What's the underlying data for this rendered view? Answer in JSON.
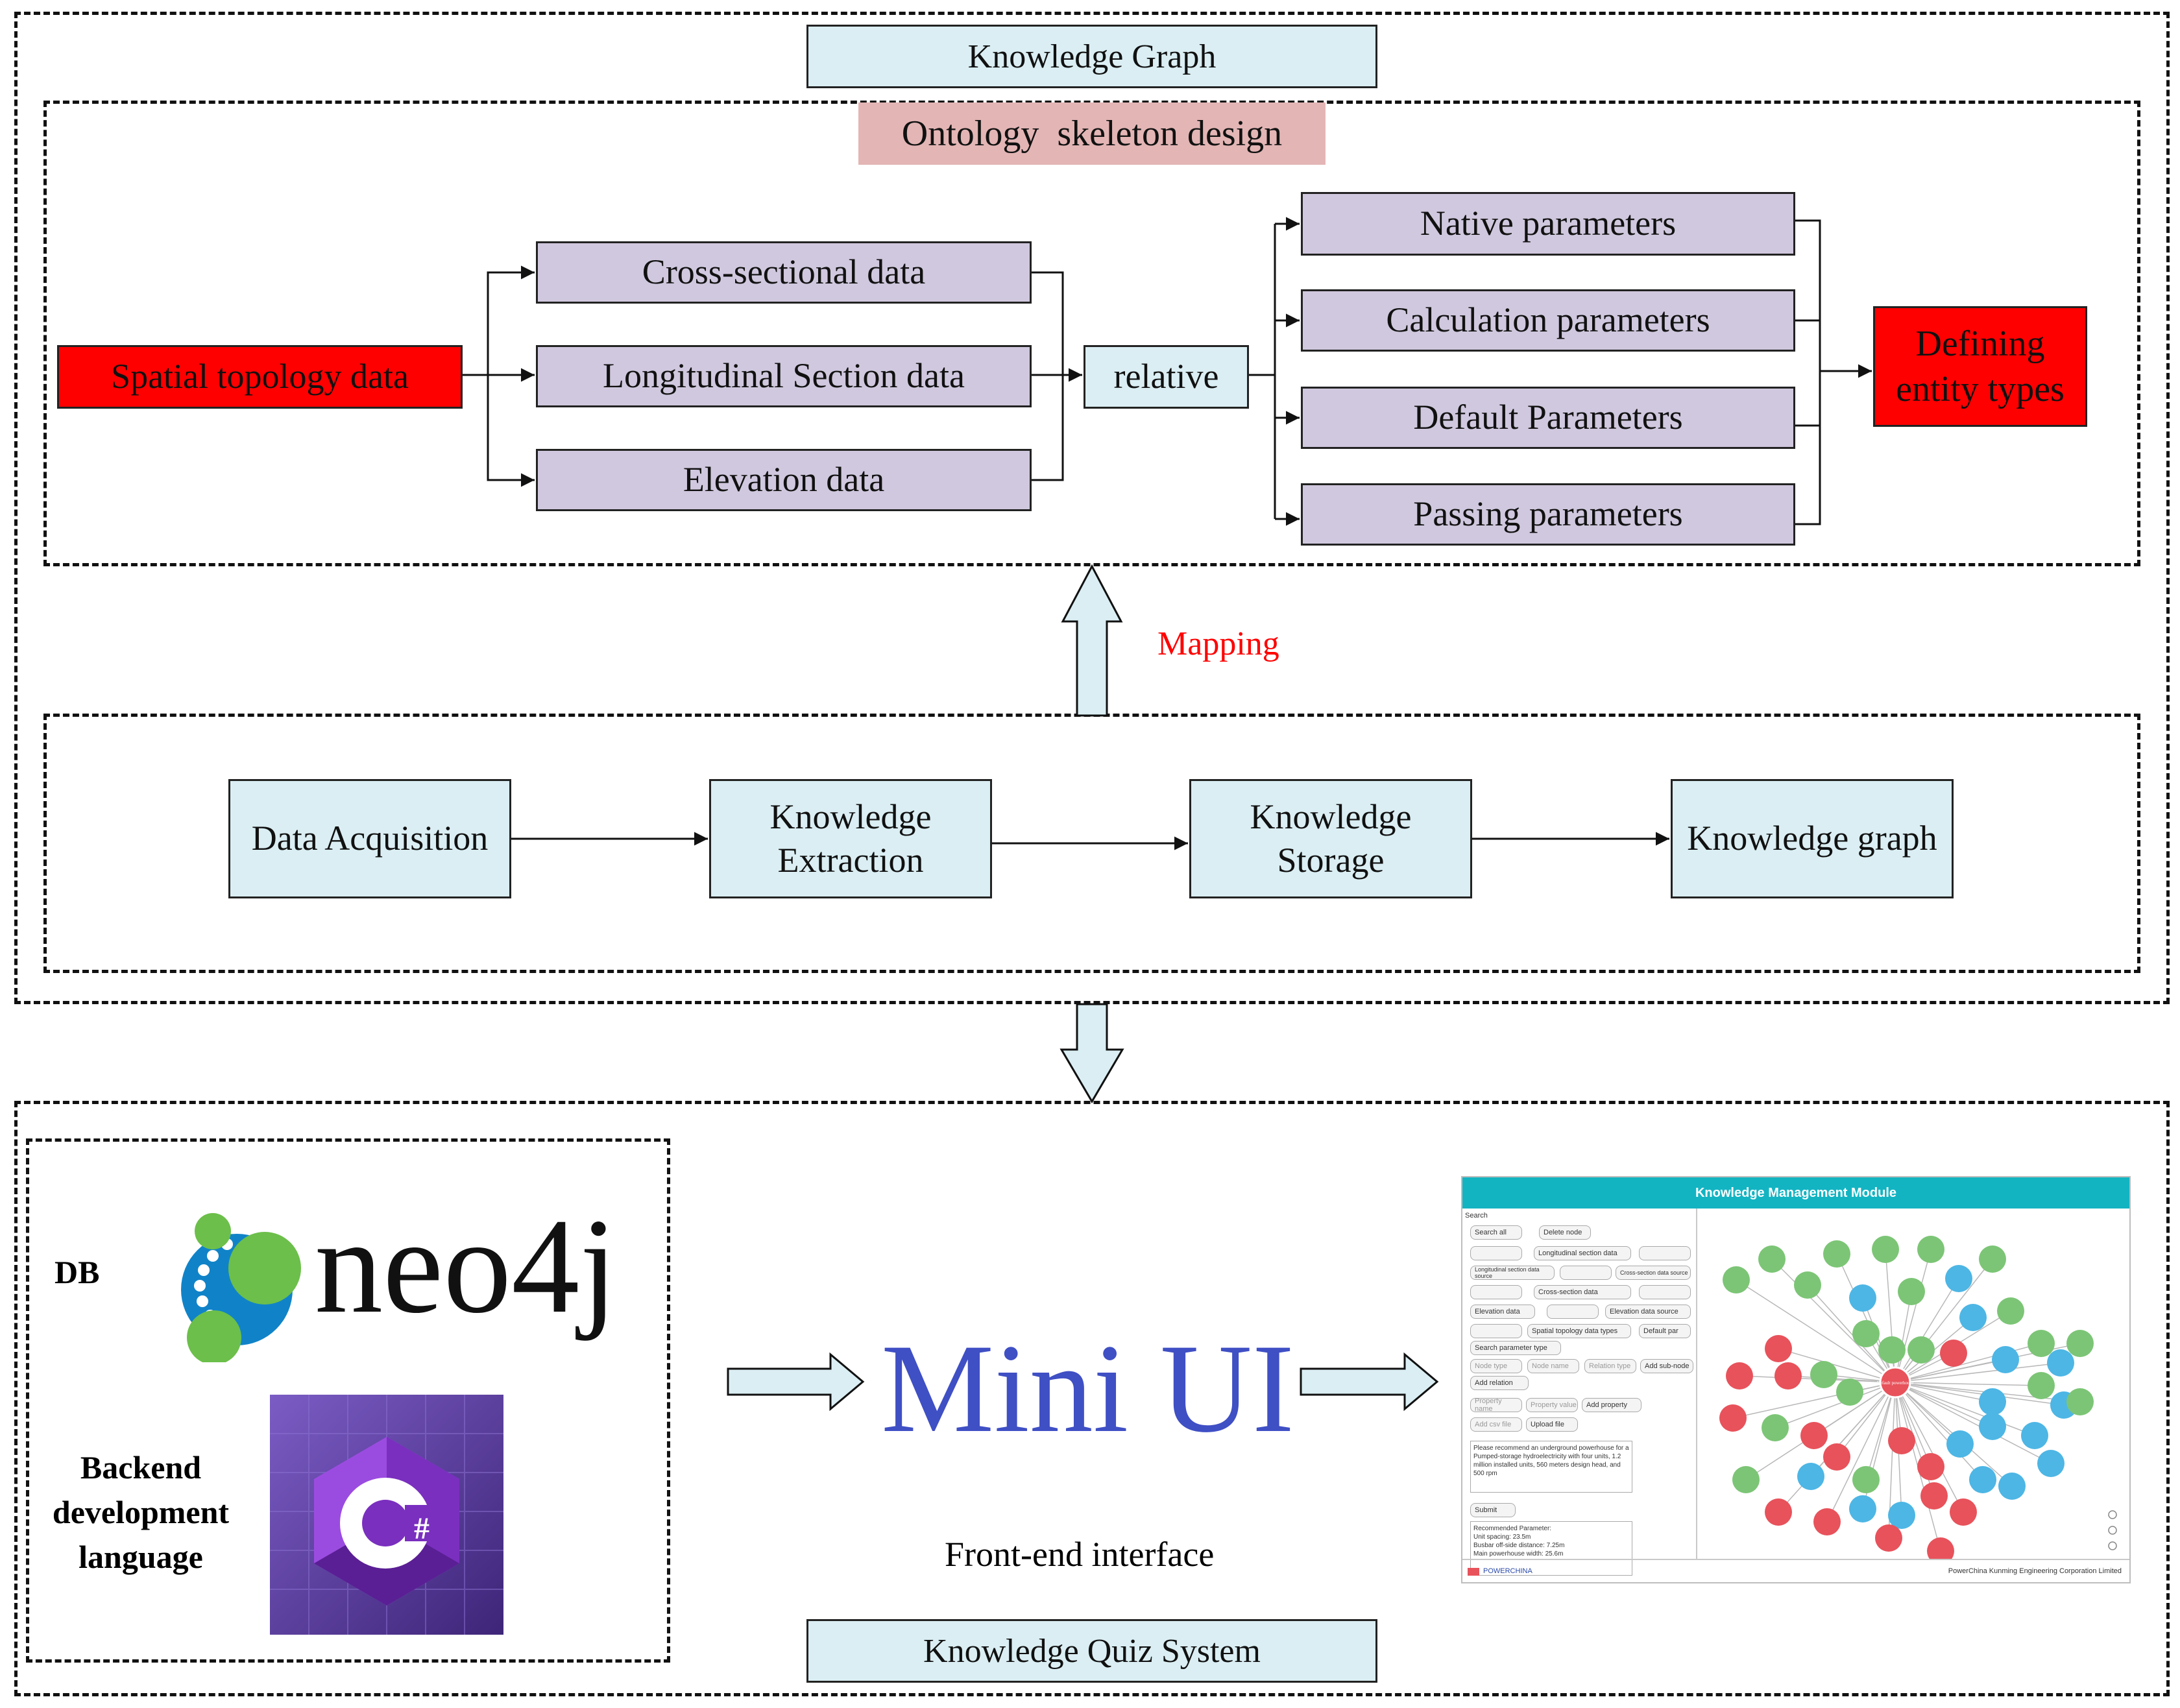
{
  "top": {
    "title": "Knowledge Graph",
    "ontology_title": "Ontology  skeleton design",
    "spatial": "Spatial topology data",
    "data_items": [
      "Cross-sectional data",
      "Longitudinal Section data",
      "Elevation data"
    ],
    "relative": "relative",
    "params": [
      "Native parameters",
      "Calculation parameters",
      "Default Parameters",
      "Passing parameters"
    ],
    "defining": "Defining entity types",
    "mapping": "Mapping",
    "flow": [
      "Data Acquisition",
      "Knowledge Extraction",
      "Knowledge Storage",
      "Knowledge graph"
    ]
  },
  "bottom": {
    "db_label": "DB",
    "neo4j": "neo4j",
    "backend_label": "Backend development language",
    "csharp_symbol": "#",
    "mini_ui": "Mini UI",
    "frontend_label": "Front-end interface",
    "system_title": "Knowledge Quiz System"
  },
  "screenshot": {
    "header": "Knowledge Management Module",
    "search_label": "Search",
    "buttons": [
      "Search all",
      "Delete node",
      "Longitudinal section data",
      "Longitudinal section data source",
      "Cross-section data source",
      "Cross-section data",
      "Elevation data",
      "Elevation data source",
      "Spatial topology data types",
      "Default par",
      "Search parameter type",
      "Node type",
      "Node name",
      "Relation type",
      "Add sub-node",
      "Add relation",
      "Property name",
      "Property value",
      "Add property",
      "Add csv file",
      "Upload file",
      "Submit"
    ],
    "question": "Please recommend an underground powerhouse for a Pumped-storage hydroelectricity with four units, 1.2 million installed units, 560 meters design head, and 500 rpm",
    "answer_lines": [
      "Recommended Parameter:",
      "Unit spacing: 23.5m",
      "Busbar off-side distance: 7.25m",
      "Main powerhouse width: 25.6m"
    ],
    "footer_left": "POWERCHINA",
    "footer_right": "PowerChina Kunming Engineering Corporation Limited",
    "center_node": "Default powerhouse",
    "colors": {
      "header": "#13b4c2",
      "green": "#7cc576",
      "red": "#e8525b",
      "blue": "#4db6e5"
    }
  },
  "colors": {
    "light_blue": "#daeef3",
    "lavender": "#d0c8de",
    "red_box": "#ff0000",
    "pink_title": "#e3b5b5",
    "mapping_text": "#ff0000",
    "mini_ui_text": "#3f4fc4",
    "neo4j_blue": "#1083c8",
    "neo4j_green": "#6cbf4a",
    "csharp_purple": "#68217a"
  }
}
